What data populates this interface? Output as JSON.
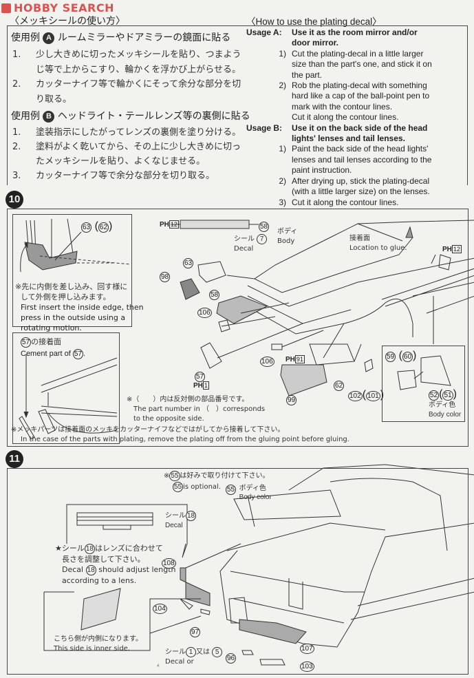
{
  "logo": "HOBBY SEARCH",
  "plating": {
    "jp_title": "〈メッキシールの使い方〉",
    "en_title": "〈How to use the plating decal〉",
    "jp_a_head": "使用例",
    "jp_a_badge": "A",
    "jp_a_text": "ルームミラーやドアミラーの鏡面に貼る",
    "jp_a_items": [
      {
        "n": "1.",
        "lines": [
          "少し大きめに切ったメッキシールを貼り、つまよう",
          "じ等で上からこすり、輪かくを浮かび上がらせる。"
        ]
      },
      {
        "n": "2.",
        "lines": [
          "カッターナイフ等で輪かくにそって余分な部分を切",
          "り取る。"
        ]
      }
    ],
    "jp_b_head": "使用例",
    "jp_b_badge": "B",
    "jp_b_text": "ヘッドライト・テールレンズ等の裏側に貼る",
    "jp_b_items": [
      {
        "n": "1.",
        "lines": [
          "塗装指示にしたがってレンズの裏側を塗り分ける。"
        ]
      },
      {
        "n": "2.",
        "lines": [
          "塗料がよく乾いてから、その上に少し大きめに切っ",
          "たメッキシールを貼り、よくなじませる。"
        ]
      },
      {
        "n": "3.",
        "lines": [
          "カッターナイフ等で余分な部分を切り取る。"
        ]
      }
    ],
    "en_a_label": "Usage A:",
    "en_a_lines": [
      "Use it as the room mirror and/or",
      "door mirror."
    ],
    "en_a_items": [
      {
        "n": "1)",
        "lines": [
          "Cut the plating-decal in a little larger",
          "size than the part's one, and stick it on",
          "the part."
        ]
      },
      {
        "n": "2)",
        "lines": [
          "Rob the plating-decal with something",
          "hard like a cap of the ball-point pen to",
          "mark with the contour lines.",
          "Cut it along the contour lines."
        ]
      }
    ],
    "en_b_label": "Usage B:",
    "en_b_lines": [
      "Use it on the back side of the head",
      "lights' lenses and tail lenses."
    ],
    "en_b_items": [
      {
        "n": "1)",
        "lines": [
          "Paint the back side of the head lights'",
          "lenses and tail lenses according to the",
          "paint instruction."
        ]
      },
      {
        "n": "2)",
        "lines": [
          "After drying up, stick the plating-decal",
          "(with a little larger size) on the lenses."
        ]
      },
      {
        "n": "3)",
        "lines": [
          "Cut it along the contour lines."
        ]
      }
    ]
  },
  "step10": {
    "number": "10",
    "inset1": {
      "parts": [
        "63",
        "62"
      ],
      "jp": [
        "※先に内側を差し込み、回す様に",
        "して外側を押し込みます。"
      ],
      "en": [
        "First insert the inside edge, then",
        "press in the outside using a",
        "rotating motion."
      ]
    },
    "inset2": {
      "part": "57",
      "jp": "の接着面",
      "en": "Cement part of",
      "en_end": "."
    },
    "ph": "PH",
    "labels": {
      "ph12a": "12",
      "p58a": "58",
      "decal_jp": "シール",
      "decal_en": "Decal",
      "decal_no": "7",
      "body_jp": "ボディ",
      "body_en": "Body",
      "glue_jp": "接着面",
      "glue_en": "Location to glue.",
      "ph12b": "12",
      "p63": "63",
      "p98": "98",
      "p58b": "58",
      "p106a": "106",
      "p57": "57",
      "ph1": "1",
      "p106b": "106",
      "ph91": "91",
      "p62": "62",
      "p99": "99",
      "p102": "102",
      "p101": "101",
      "p59": "59",
      "p60": "60",
      "p52": "52",
      "p51": "51",
      "bodycolor_jp": "ボディ色",
      "bodycolor_en": "Body color"
    },
    "note_paren": {
      "jp": "※（　　）内は反対側の部品番号です。",
      "en": [
        "The part number in （　）corresponds",
        "to the opposite side."
      ]
    },
    "note_plating": {
      "jp": "※メッキパーツは接着面のメッキをカッターナイフなどではがしてから接着して下さい。",
      "en": "In the case of the parts with plating, remove the plating off from the gluing point before gluing."
    }
  },
  "step11": {
    "number": "11",
    "optional": {
      "part": "55",
      "jp": "は好みで取り付けて下さい。",
      "en": "is optional."
    },
    "labels": {
      "p55": "55",
      "bodycolor_jp": "ボディ色",
      "bodycolor_en": "Body color",
      "decal_jp": "シール",
      "decal_en": "Decal",
      "d18": "18",
      "p108": "108",
      "p104": "104",
      "p97": "97",
      "p96": "96",
      "p107": "107",
      "p103": "103",
      "d1": "1",
      "d5": "5",
      "or_jp": "又は",
      "or_en": "or"
    },
    "star_note": {
      "jp": [
        "★シール",
        "はレンズに合わせて",
        "長さを調整して下さい。"
      ],
      "d": "18",
      "en_a": "Decal",
      "en_b": "should adjust length",
      "en_c": "according to a lens."
    },
    "inner": {
      "jp": "こちら側が内側になります。",
      "en": "This side is inner side."
    },
    "page": "4"
  }
}
